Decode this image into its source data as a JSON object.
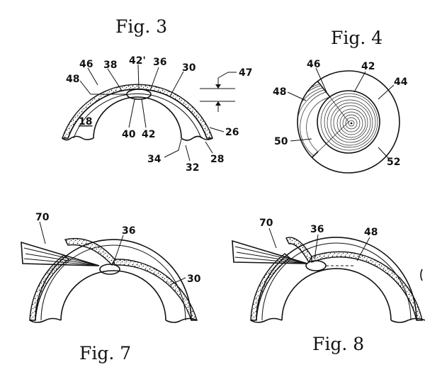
{
  "figures": {
    "fig3": {
      "title": "Fig. 3",
      "labels": {
        "r46": "46",
        "r38": "38",
        "r42p": "42'",
        "r36": "36",
        "r30": "30",
        "r47": "47",
        "r48": "48",
        "r18": "18",
        "r40": "40",
        "r42": "42",
        "r26": "26",
        "r34": "34",
        "r32": "32",
        "r28": "28"
      }
    },
    "fig4": {
      "title": "Fig. 4",
      "labels": {
        "r46": "46",
        "r42": "42",
        "r44": "44",
        "r48": "48",
        "r50": "50",
        "r52": "52"
      }
    },
    "fig7": {
      "title": "Fig. 7",
      "labels": {
        "r70": "70",
        "r36": "36",
        "r30": "30"
      }
    },
    "fig8": {
      "title": "Fig. 8",
      "labels": {
        "r70": "70",
        "r36": "36",
        "r48": "48"
      }
    }
  }
}
